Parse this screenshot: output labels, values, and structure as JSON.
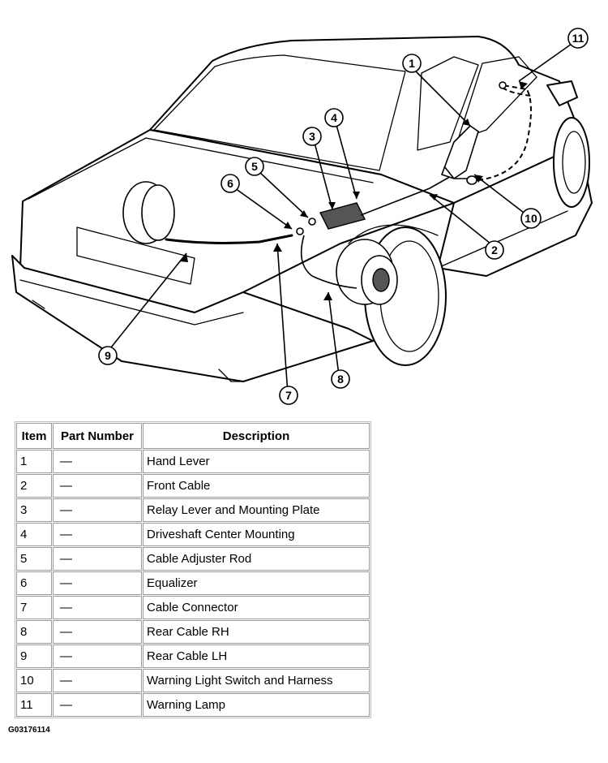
{
  "callouts": [
    "1",
    "2",
    "3",
    "4",
    "5",
    "6",
    "7",
    "8",
    "9",
    "10",
    "11"
  ],
  "table": {
    "headers": [
      "Item",
      "Part Number",
      "Description"
    ],
    "rows": [
      {
        "item": "1",
        "part_number": "—",
        "description": "Hand Lever"
      },
      {
        "item": "2",
        "part_number": "—",
        "description": "Front Cable"
      },
      {
        "item": "3",
        "part_number": "—",
        "description": "Relay Lever and Mounting Plate"
      },
      {
        "item": "4",
        "part_number": "—",
        "description": "Driveshaft Center Mounting"
      },
      {
        "item": "5",
        "part_number": "—",
        "description": "Cable Adjuster Rod"
      },
      {
        "item": "6",
        "part_number": "—",
        "description": "Equalizer"
      },
      {
        "item": "7",
        "part_number": "—",
        "description": "Cable Connector"
      },
      {
        "item": "8",
        "part_number": "—",
        "description": "Rear Cable RH"
      },
      {
        "item": "9",
        "part_number": "—",
        "description": "Rear Cable LH"
      },
      {
        "item": "10",
        "part_number": "—",
        "description": "Warning Light Switch and Harness"
      },
      {
        "item": "11",
        "part_number": "—",
        "description": "Warning Lamp"
      }
    ]
  },
  "figure_id": "G03176114"
}
